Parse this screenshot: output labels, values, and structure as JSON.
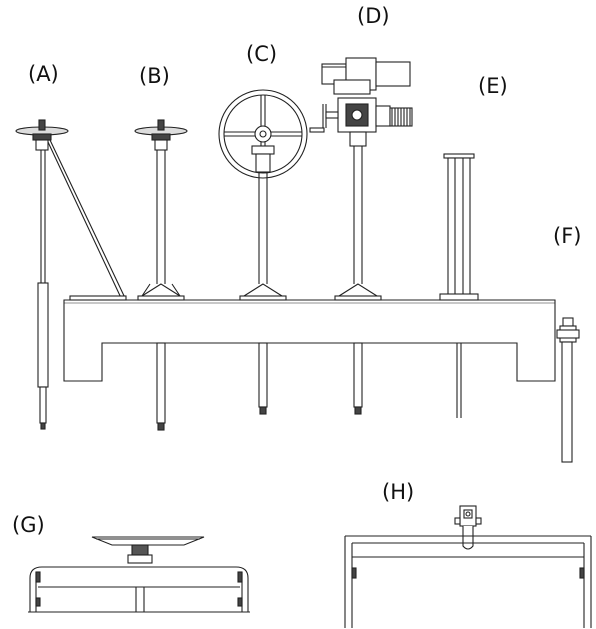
{
  "labels": {
    "A": "(A)",
    "B": "(B)",
    "C": "(C)",
    "D": "(D)",
    "E": "(E)",
    "F": "(F)",
    "G": "(G)",
    "H": "(H)"
  },
  "colors": {
    "line": "#222222",
    "background": "#ffffff",
    "fill_dark": "#333333",
    "fill_light": "#e6e6e6"
  }
}
